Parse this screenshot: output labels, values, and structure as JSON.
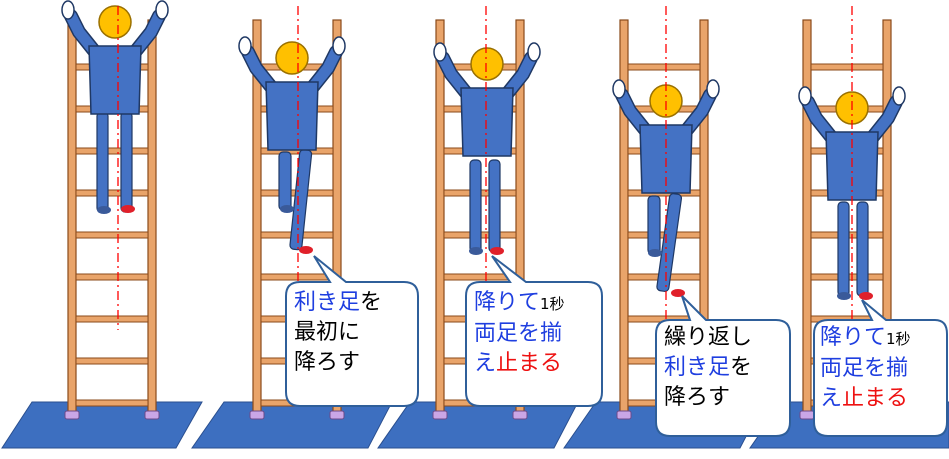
{
  "panels": [
    {
      "id": 1,
      "pose": "both-feet-on-rung"
    },
    {
      "id": 2,
      "pose": "dominant-foot-lowered"
    },
    {
      "id": 3,
      "pose": "both-feet-together"
    },
    {
      "id": 4,
      "pose": "dominant-foot-lowered-again"
    },
    {
      "id": 5,
      "pose": "both-feet-together-lower"
    }
  ],
  "callouts": {
    "c1": {
      "l1a": "利き足",
      "l1b": "を",
      "l2": "最初に",
      "l3": "降ろす"
    },
    "c2": {
      "l1a": "降りて",
      "l1b": "1秒",
      "l2": "両足を揃",
      "l3a": "え",
      "l3b": "止まる"
    },
    "c3": {
      "l1": "繰り返し",
      "l2a": "利き足",
      "l2b": "を",
      "l3": "降ろす"
    },
    "c4": {
      "l1a": "降りて",
      "l1b": "1秒",
      "l2": "両足を揃",
      "l3a": "え",
      "l3b": "止まる"
    }
  },
  "colors": {
    "rail": "#e9a46a",
    "rail_stroke": "#8a4a1a",
    "body": "#4472c4",
    "body_stroke": "#1f3864",
    "head": "#ffc000",
    "mat": "#3d6fc0",
    "centerline": "#ff0000",
    "foot_dominant": "#e0202a",
    "callout_border": "#2f5f9a",
    "text_blue": "#1f3fe0",
    "text_red": "#ee1111"
  }
}
